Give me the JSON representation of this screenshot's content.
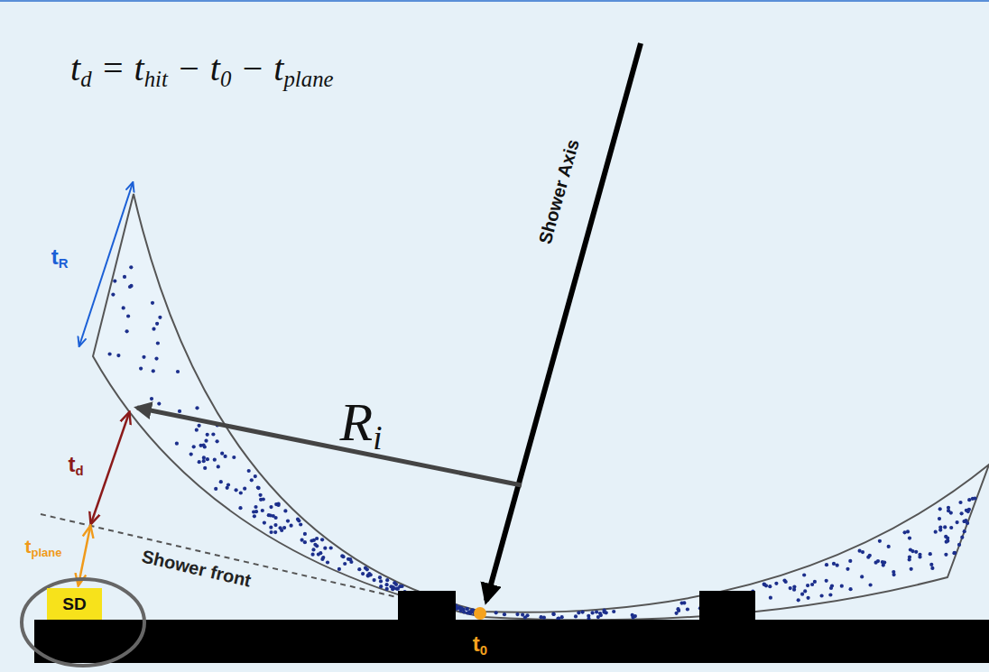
{
  "diagram": {
    "nodes": [
      {
        "text": [
          "SD"
        ]
      }
    ],
    "labels": [
      "td = thit − t0 − tplane",
      "Shower Axis",
      "tR",
      "Ri",
      "td",
      "tplane",
      "Shower front",
      "t0"
    ]
  }
}
